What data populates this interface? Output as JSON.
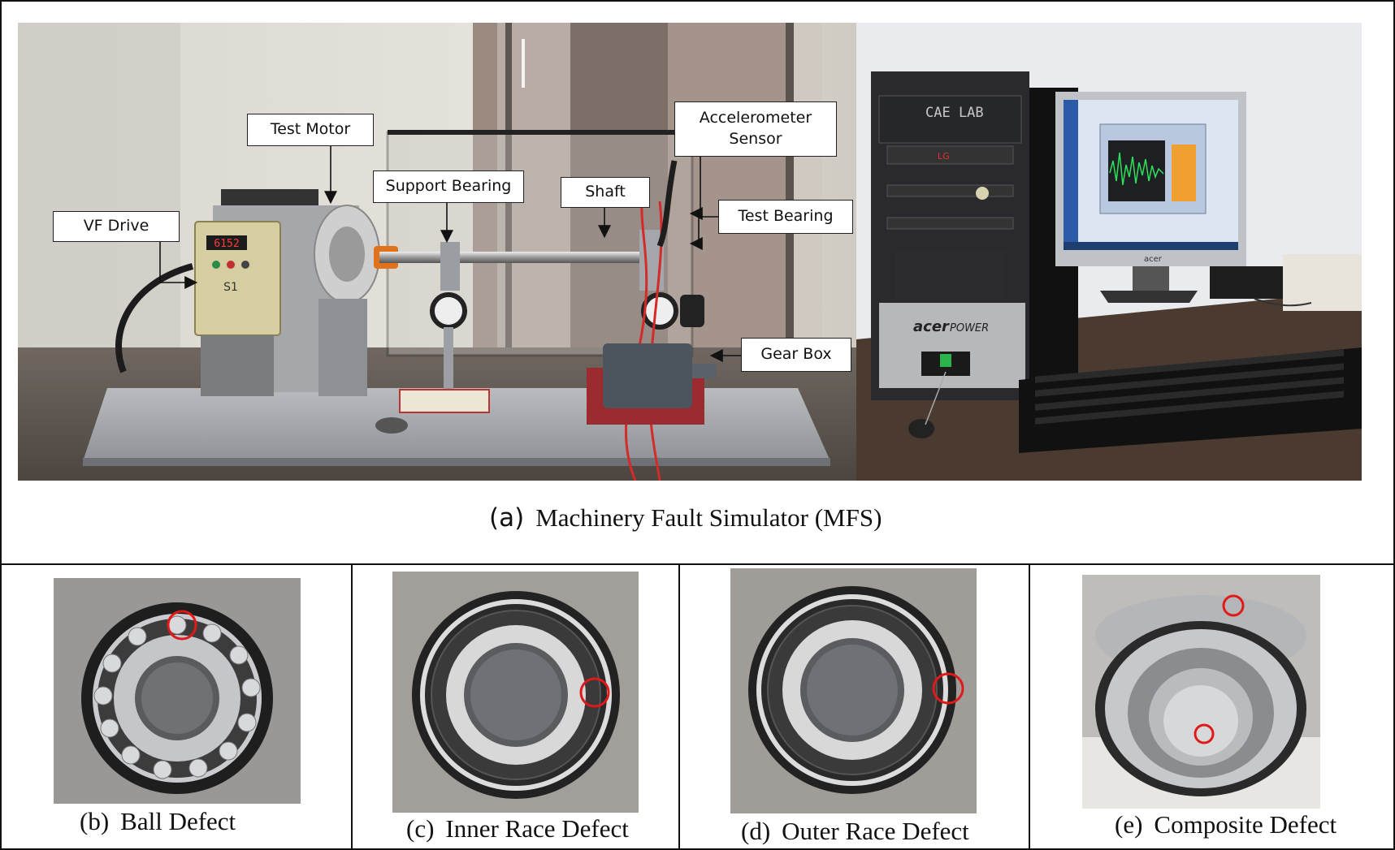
{
  "panel_a": {
    "letter": "(a)",
    "caption": "Machinery Fault Simulator (MFS)",
    "callouts": {
      "test_motor": "Test Motor",
      "vf_drive": "VF Drive",
      "support_bearing": "Support Bearing",
      "shaft": "Shaft",
      "accelerometer_line1": "Accelerometer",
      "accelerometer_line2": "Sensor",
      "test_bearing": "Test Bearing",
      "gear_box": "Gear Box"
    },
    "computer_text": {
      "case_label": "CAE LAB",
      "brand": "acer",
      "brand_suffix": "POWER",
      "drive_brand": "LG",
      "monitor_brand": "acer",
      "vfd_display": "6152",
      "vfd_model": "S1"
    }
  },
  "panels": [
    {
      "letter": "(b)",
      "caption": "Ball Defect"
    },
    {
      "letter": "(c)",
      "caption": "Inner Race Defect"
    },
    {
      "letter": "(d)",
      "caption": "Outer Race Defect"
    },
    {
      "letter": "(e)",
      "caption": "Composite Defect"
    }
  ],
  "colors": {
    "defect_marker": "#e01919",
    "border": "#111111"
  }
}
